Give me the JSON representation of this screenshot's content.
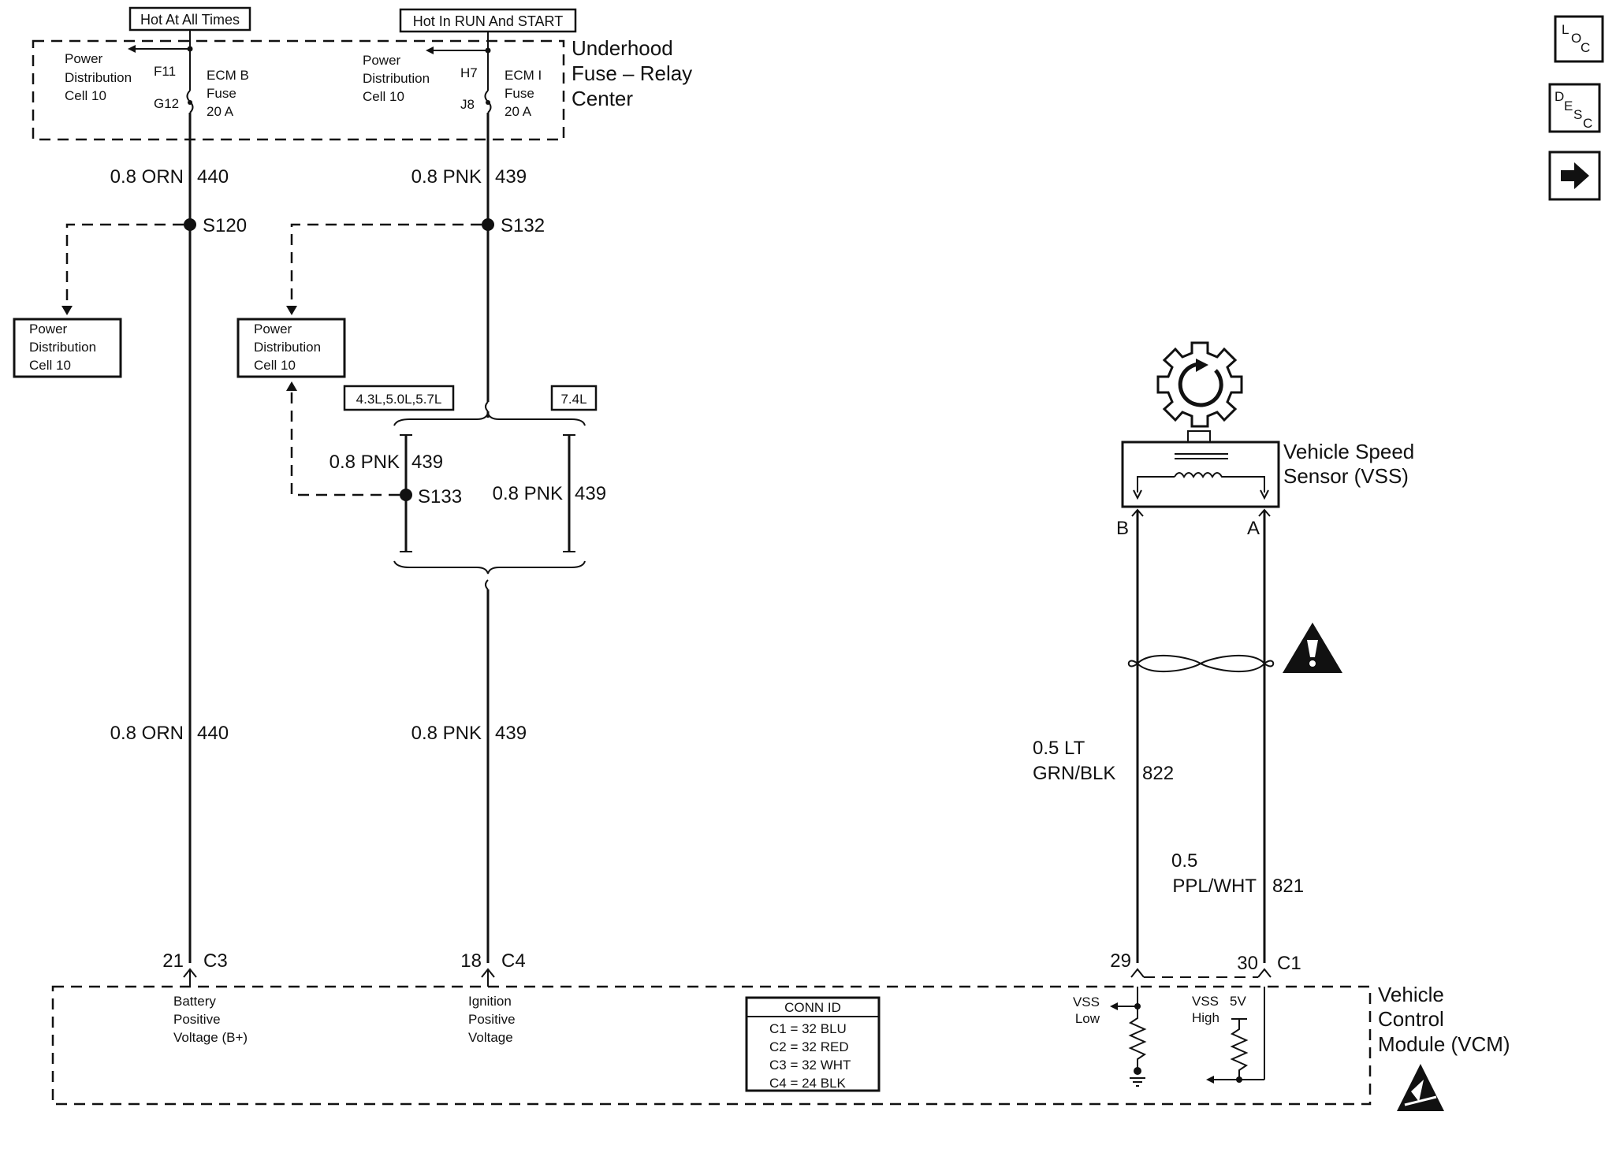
{
  "power_labels": {
    "hot_at_all_times": "Hot At All Times",
    "hot_run_start": "Hot In RUN And START"
  },
  "fuse_center": {
    "title_lines": [
      "Underhood",
      "Fuse – Relay",
      "Center"
    ],
    "left_cell": [
      "Power",
      "Distribution",
      "Cell 10"
    ],
    "left_fuse": {
      "top_pin": "F11",
      "bottom_pin": "G12",
      "name_lines": [
        "ECM B",
        "Fuse",
        "20 A"
      ]
    },
    "right_cell": [
      "Power",
      "Distribution",
      "Cell 10"
    ],
    "right_fuse": {
      "top_pin": "H7",
      "bottom_pin": "J8",
      "name_lines": [
        "ECM I",
        "Fuse",
        "20 A"
      ]
    }
  },
  "wires": {
    "w440_top_gauge": "0.8 ORN",
    "w440_top_num": "440",
    "w439_top_gauge": "0.8 PNK",
    "w439_top_num": "439",
    "w440_bot_gauge": "0.8 ORN",
    "w440_bot_num": "440",
    "w439_bot_gauge": "0.8 PNK",
    "w439_bot_num": "439",
    "w439_left_gauge": "0.8 PNK",
    "w439_left_num": "439",
    "w439_right_gauge": "0.8 PNK",
    "w439_right_num": "439",
    "w822_gauge_1": "0.5 LT",
    "w822_gauge_2": "GRN/BLK",
    "w822_num": "822",
    "w821_gauge_1": "0.5",
    "w821_gauge_2": "PPL/WHT",
    "w821_num": "821"
  },
  "splices": {
    "s120": "S120",
    "s132": "S132",
    "s133": "S133"
  },
  "pdc_boxes": {
    "left": [
      "Power",
      "Distribution",
      "Cell 10"
    ],
    "right": [
      "Power",
      "Distribution",
      "Cell 10"
    ]
  },
  "engine_options": {
    "left": "4.3L,5.0L,5.7L",
    "right": "7.4L"
  },
  "vss": {
    "label_lines": [
      "Vehicle Speed",
      "Sensor (VSS)"
    ],
    "pin_b": "B",
    "pin_a": "A"
  },
  "vcm": {
    "title_lines": [
      "Vehicle",
      "Control",
      "Module (VCM)"
    ],
    "pin_21": "21",
    "conn_c3": "C3",
    "pin_18": "18",
    "conn_c4": "C4",
    "pin_29": "29",
    "pin_30": "30",
    "conn_c1": "C1",
    "battery_lines": [
      "Battery",
      "Positive",
      "Voltage (B+)"
    ],
    "ignition_lines": [
      "Ignition",
      "Positive",
      "Voltage"
    ],
    "vss_low_lines": [
      "VSS",
      "Low"
    ],
    "vss_high_lines": [
      "VSS",
      "High"
    ],
    "five_v": "5V"
  },
  "conn_id": {
    "title": "CONN ID",
    "rows": [
      "C1 = 32 BLU",
      "C2 = 32 RED",
      "C3 = 32 WHT",
      "C4 = 24 BLK"
    ]
  },
  "nav": {
    "loc": {
      "l1": "L",
      "l2": "O",
      "l3": "C"
    },
    "desc": {
      "l1": "D",
      "l2": "E",
      "l3": "S",
      "l4": "C"
    },
    "next_icon": "arrow-right-icon"
  }
}
